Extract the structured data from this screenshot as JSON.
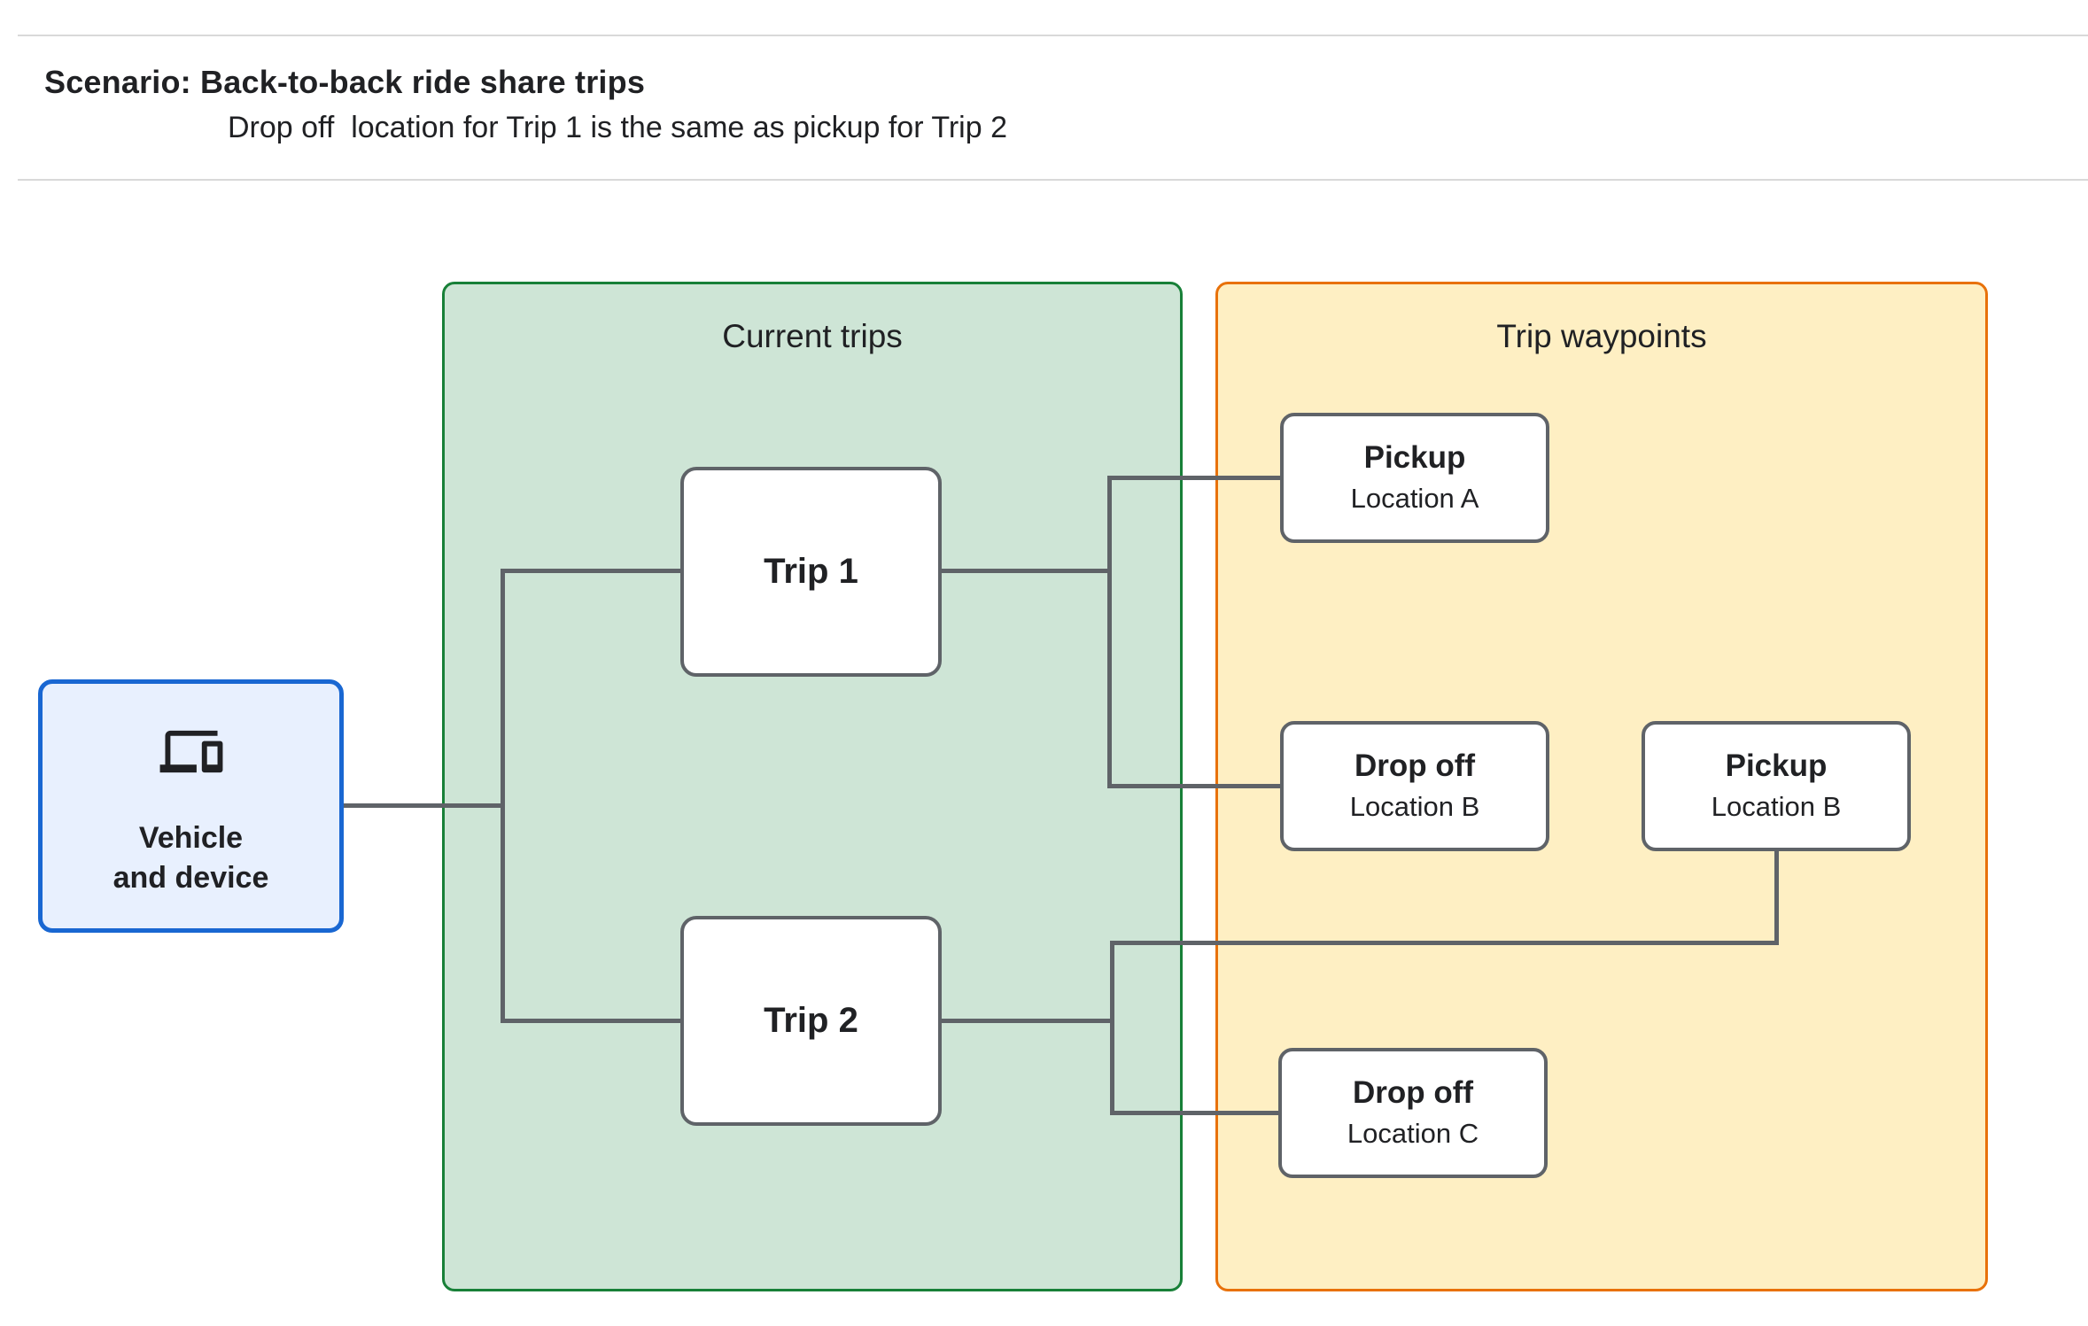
{
  "header": {
    "title": "Scenario: Back-to-back ride share trips",
    "subtitle": "Drop off  location for Trip 1 is the same as pickup for Trip 2"
  },
  "diagram": {
    "vehicle": {
      "icon": "devices-icon",
      "label_line1": "Vehicle",
      "label_line2": "and device"
    },
    "panels": {
      "current_trips": {
        "title": "Current trips"
      },
      "trip_waypoints": {
        "title": "Trip waypoints"
      }
    },
    "trips": [
      {
        "label": "Trip 1"
      },
      {
        "label": "Trip 2"
      }
    ],
    "waypoints": [
      {
        "title": "Pickup",
        "subtitle": "Location A"
      },
      {
        "title": "Drop off",
        "subtitle": "Location B"
      },
      {
        "title": "Pickup",
        "subtitle": "Location B"
      },
      {
        "title": "Drop off",
        "subtitle": "Location C"
      }
    ]
  },
  "colors": {
    "current_trips_fill": "#cee5d6",
    "current_trips_border": "#188038",
    "trip_waypoints_fill": "#feefc3",
    "trip_waypoints_border": "#e8710a",
    "vehicle_fill": "#e8f0fe",
    "vehicle_border": "#1967d2",
    "node_border": "#5f6368",
    "connector": "#5f6368",
    "text": "#202124",
    "divider": "#d9d9d9"
  }
}
